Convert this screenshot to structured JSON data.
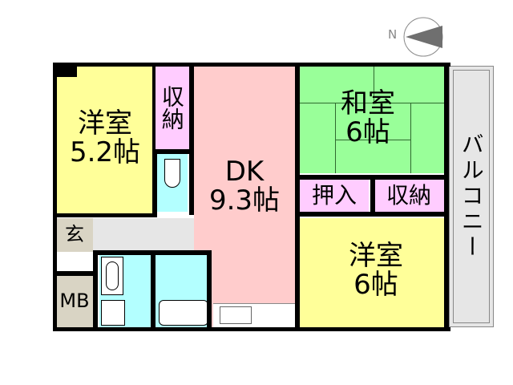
{
  "compass": {
    "label": "N"
  },
  "colors": {
    "western_room": "#ffff99",
    "closet": "#ffccff",
    "dk": "#ffcccc",
    "japanese_room": "#99ff99",
    "wet_area": "#b3ffff",
    "hall": "#e6e6e6",
    "entrance": "#d9d4c4",
    "balcony": "#e6e6e6",
    "wall": "#000000"
  },
  "rooms": {
    "western_room_1": {
      "name": "洋室",
      "size": "5.2帖"
    },
    "closet_1": {
      "name": "収納"
    },
    "dk": {
      "name": "DK",
      "size": "9.3帖"
    },
    "japanese_room": {
      "name": "和室",
      "size": "6帖"
    },
    "oshiire": {
      "name": "押入"
    },
    "closet_2": {
      "name": "収納"
    },
    "western_room_2": {
      "name": "洋室",
      "size": "6帖"
    },
    "entrance": {
      "name": "玄"
    },
    "meter_box": {
      "name": "MB"
    },
    "balcony": {
      "name": "バルコニー"
    }
  }
}
